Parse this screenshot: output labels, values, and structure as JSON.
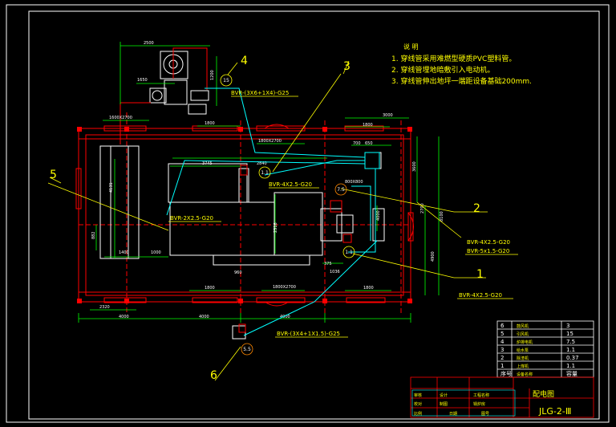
{
  "notes": {
    "heading": "说  明",
    "items": [
      "1. 穿线管采用难燃型硬质PVC塑料管。",
      "2. 穿线管埋地暗敷引入电动机。",
      "3. 穿线管伸出地坪一端距设备基础200mm."
    ]
  },
  "dims": {
    "top_2500": "2500",
    "top_1650": "1650",
    "top_1200": "1200",
    "d_1600x2700_left": "1600X2700",
    "d_1800_top_left": "1800",
    "d_1800x2700_top": "1800X2700",
    "d_1800_top_right": "1800",
    "d_3000": "3000",
    "d_3745": "3745",
    "d_2840": "2840",
    "d_700": "700",
    "d_650": "650",
    "d_800x800": "800X800",
    "d_3600": "3600",
    "d_4131": "4131",
    "d_2316": "2316",
    "d_4900": "4900",
    "d_8100": "8100",
    "d_4000": "4000",
    "d_882": "882",
    "d_1400": "1400",
    "d_1000": "1000",
    "d_960": "960",
    "d_375": "375",
    "d_1036": "1036",
    "d_2700": "2700",
    "d_bot_1800_l": "1800",
    "d_bot_1800x2700": "1800X2700",
    "d_bot_1800_r": "1800",
    "d_2320": "2320",
    "d_bot_4000_a": "4000",
    "d_bot_4000_b": "4000",
    "d_bot_4000_c": "4000"
  },
  "cables": {
    "c1": "BVR-4X2.5-G20",
    "c2a": "BVR-4X2.5-G20",
    "c2b": "BVR-5x1.5-G20",
    "c3": "BVR-4X2.5-G20",
    "c4": "BVR-(3X6+1X4)-G25",
    "c5": "BVR-2X2.5-G20",
    "c6": "BVR-(3X4+1X1.5)-G25"
  },
  "tags": {
    "t15": "15",
    "t11a": "1.1",
    "t75": "7.5",
    "t11b": "1.1",
    "t55": "5.5"
  },
  "leaders": {
    "n1": "1",
    "n2": "2",
    "n3": "3",
    "n4": "4",
    "n5": "5",
    "n6": "6"
  },
  "equipment_table": {
    "rows": [
      {
        "no": "6",
        "name": "鼓风机",
        "kw": "3"
      },
      {
        "no": "5",
        "name": "引风机",
        "kw": "15"
      },
      {
        "no": "4",
        "name": "炉排电机",
        "kw": "7.5"
      },
      {
        "no": "3",
        "name": "给水泵",
        "kw": "1.1"
      },
      {
        "no": "2",
        "name": "除渣机",
        "kw": "0.37"
      },
      {
        "no": "1",
        "name": "上煤机",
        "kw": "1.1"
      },
      {
        "no": "序号",
        "name": "设备名称",
        "kw": "容量"
      }
    ]
  },
  "title_block": {
    "drawing_name": "配电图",
    "drawing_no": "JLG-2-Ⅲ",
    "cells": [
      "审核",
      "设计",
      "校对",
      "制图",
      "工程名称",
      "锅炉房",
      "比例",
      "日期",
      "图号"
    ]
  }
}
